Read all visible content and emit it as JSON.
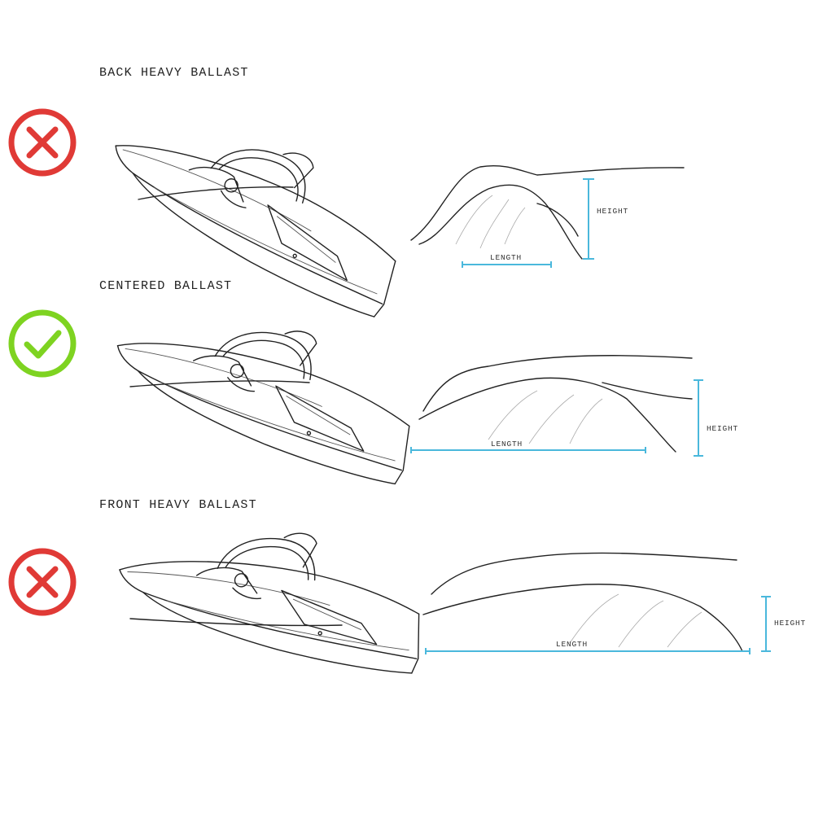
{
  "colors": {
    "bad": "#e03a36",
    "good": "#7ed321",
    "measure": "#4ab8dc"
  },
  "panels": [
    {
      "title": "BACK HEAVY BALLAST",
      "status_icon": "x-circle-icon",
      "height_label": "HEIGHT",
      "length_label": "LENGTH"
    },
    {
      "title": "CENTERED BALLAST",
      "status_icon": "check-circle-icon",
      "height_label": "HEIGHT",
      "length_label": "LENGTH"
    },
    {
      "title": "FRONT HEAVY BALLAST",
      "status_icon": "x-circle-icon",
      "height_label": "HEIGHT",
      "length_label": "LENGTH"
    }
  ]
}
